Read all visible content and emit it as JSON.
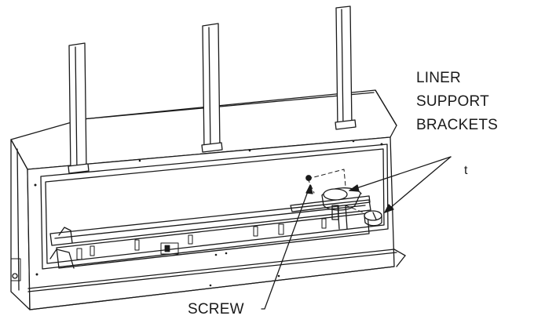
{
  "labels": {
    "liner_line1": "LINER",
    "liner_line2": "SUPPORT",
    "liner_line3": "BRACKETS",
    "stray_mark": "t",
    "screw": "SCREW"
  },
  "colors": {
    "line": "#1a1a1a",
    "background": "#ffffff"
  }
}
